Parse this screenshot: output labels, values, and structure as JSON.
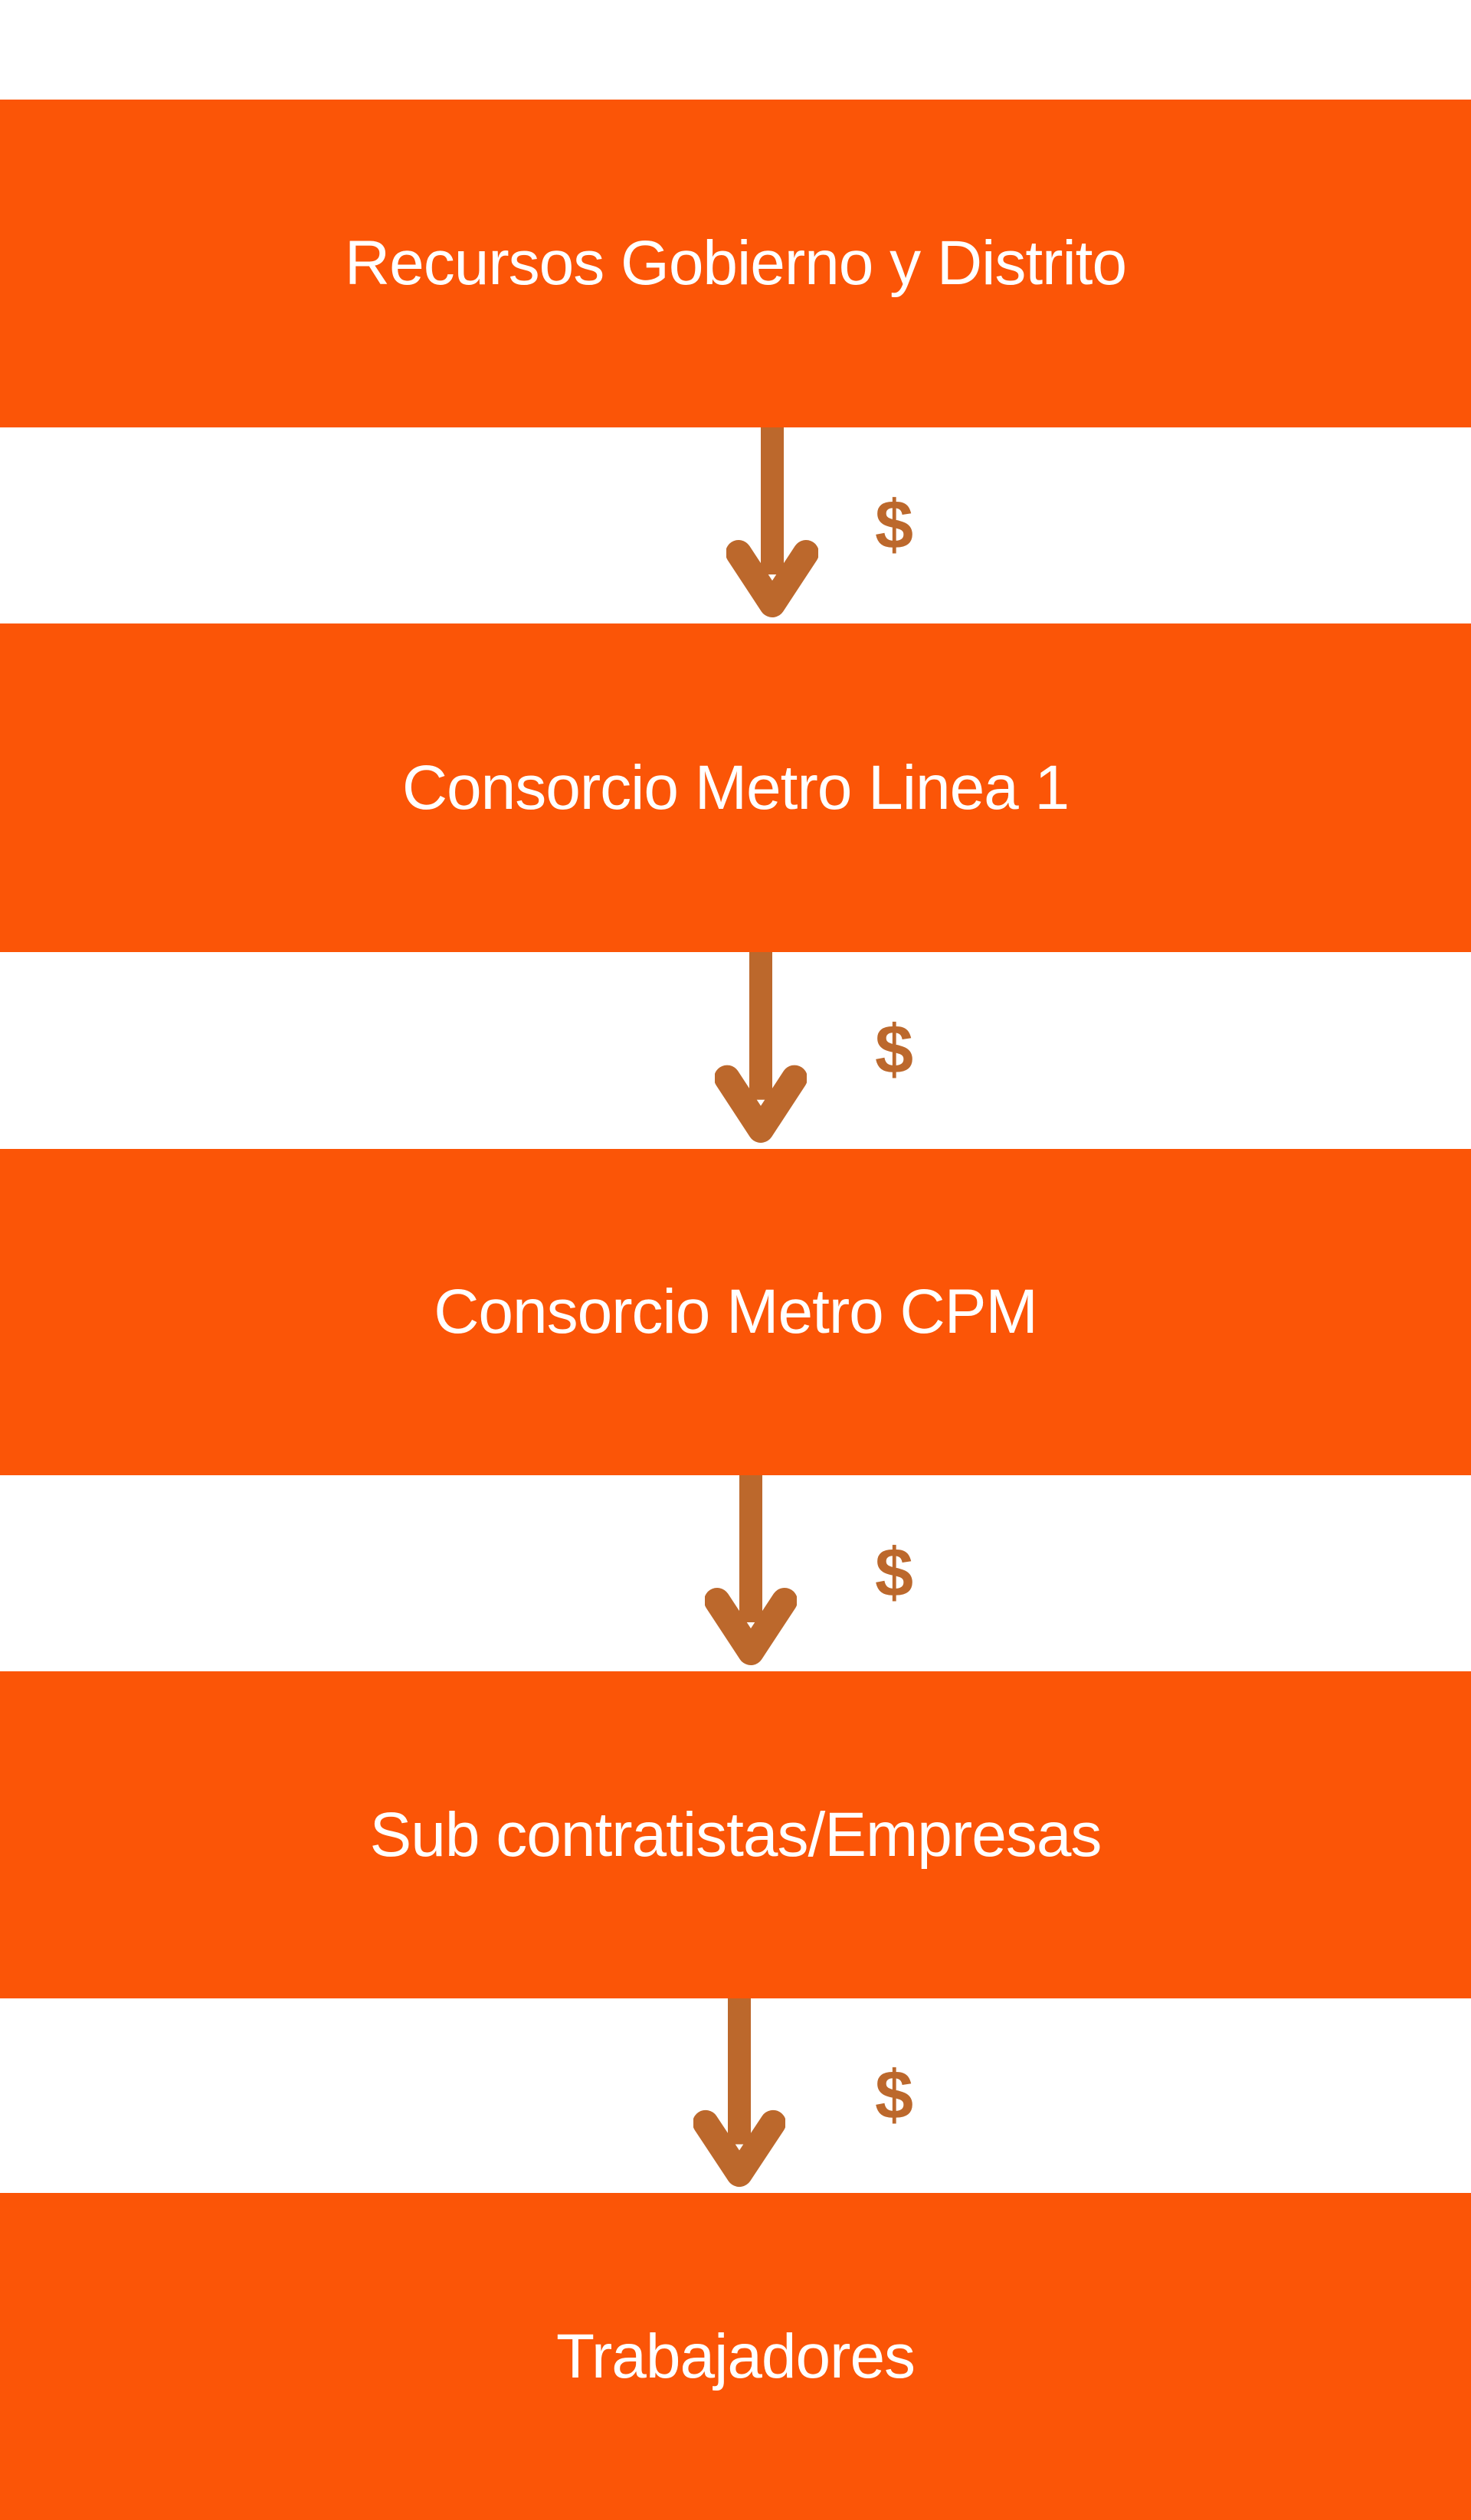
{
  "colors": {
    "box-orange": "#fb5507",
    "arrow-brown": "#bc682c",
    "label-white": "#ffffff",
    "page-bg": "#ffffff"
  },
  "flow": {
    "direction": "top-down",
    "nodes": [
      {
        "label": "Recursos Gobierno y Distrito"
      },
      {
        "label": "Consorcio Metro Linea 1"
      },
      {
        "label": "Consorcio Metro CPM"
      },
      {
        "label": "Sub contratistas/Empresas"
      },
      {
        "label": "Trabajadores"
      }
    ],
    "connectors": [
      {
        "symbol": "$"
      },
      {
        "symbol": "$"
      },
      {
        "symbol": "$"
      },
      {
        "symbol": "$"
      }
    ]
  }
}
